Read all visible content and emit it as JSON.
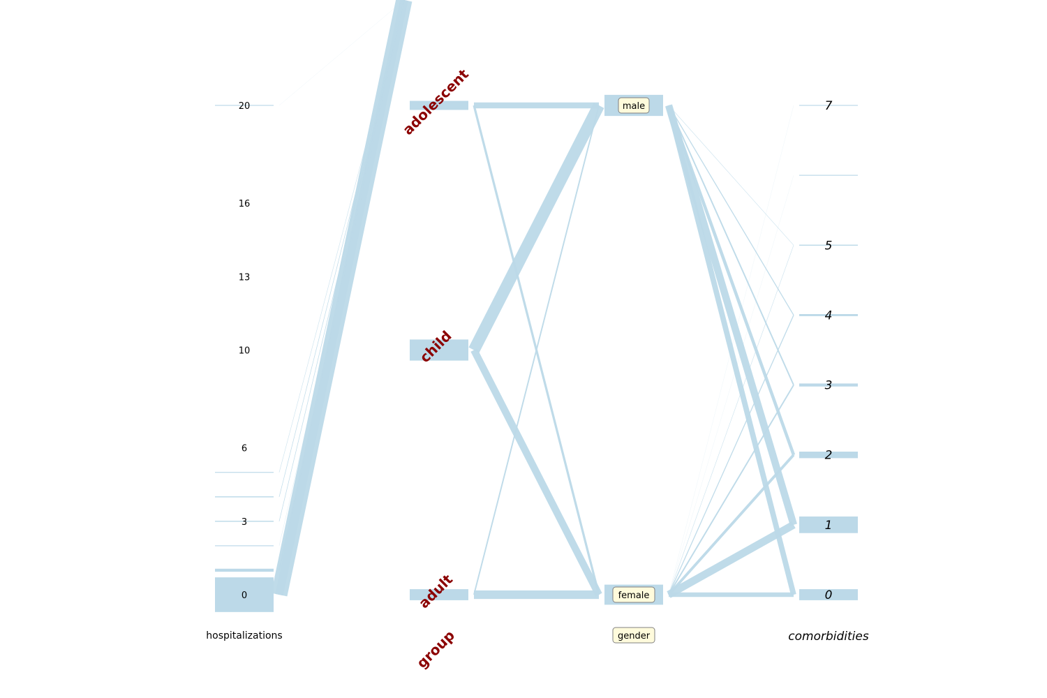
{
  "chart_data": {
    "type": "parallel-categories",
    "color": "#bcd9e8",
    "label_color": "#8b0000",
    "box_fill": "#fffbdc",
    "box_stroke": "#808080",
    "axes": [
      {
        "id": "hospitalizations",
        "label": "hospitalizations",
        "label_style": "plain",
        "tick_style": "plain",
        "scale": "numeric",
        "range": [
          0,
          20
        ],
        "ticks": [
          {
            "value": 0,
            "label": "0"
          },
          {
            "value": 3,
            "label": "3"
          },
          {
            "value": 6,
            "label": "6"
          },
          {
            "value": 10,
            "label": "10"
          },
          {
            "value": 13,
            "label": "13"
          },
          {
            "value": 16,
            "label": "16"
          },
          {
            "value": 20,
            "label": "20"
          }
        ],
        "categories": [
          {
            "value": 0,
            "count": 69
          },
          {
            "value": 1,
            "count": 6
          },
          {
            "value": 2,
            "count": 1
          },
          {
            "value": 3,
            "count": 2
          },
          {
            "value": 4,
            "count": 2
          },
          {
            "value": 5,
            "count": 1
          },
          {
            "value": 20,
            "count": 1
          }
        ]
      },
      {
        "id": "group",
        "label": "group",
        "label_style": "rotated-bold",
        "tick_style": "rotated-bold",
        "scale": "categorical",
        "categories": [
          {
            "name": "adult",
            "pos": 0,
            "count": 22
          },
          {
            "name": "child",
            "pos": 1,
            "count": 42
          },
          {
            "name": "adolescent",
            "pos": 2,
            "count": 18
          }
        ]
      },
      {
        "id": "gender",
        "label": "gender",
        "label_style": "boxed",
        "tick_style": "boxed",
        "scale": "categorical",
        "categories": [
          {
            "name": "female",
            "pos": 0,
            "count": 40
          },
          {
            "name": "male",
            "pos": 1,
            "count": 42
          }
        ]
      },
      {
        "id": "comorbidities",
        "label": "comorbidities",
        "label_style": "italic",
        "tick_style": "italic",
        "scale": "numeric",
        "range": [
          0,
          7
        ],
        "ticks": [
          {
            "value": 0,
            "label": "0"
          },
          {
            "value": 1,
            "label": "1"
          },
          {
            "value": 2,
            "label": "2"
          },
          {
            "value": 3,
            "label": "3"
          },
          {
            "value": 4,
            "label": "4"
          },
          {
            "value": 5,
            "label": "5"
          },
          {
            "value": 7,
            "label": "7"
          }
        ],
        "categories": [
          {
            "value": 0,
            "count": 22
          },
          {
            "value": 1,
            "count": 33
          },
          {
            "value": 2,
            "count": 13
          },
          {
            "value": 3,
            "count": 6
          },
          {
            "value": 4,
            "count": 4
          },
          {
            "value": 5,
            "count": 2
          },
          {
            "value": 6,
            "count": 1
          },
          {
            "value": 7,
            "count": 1
          }
        ]
      }
    ],
    "flows": [
      [
        {
          "from": 0,
          "to": 0,
          "count": 18
        },
        {
          "from": 0,
          "to": 1,
          "count": 36
        },
        {
          "from": 0,
          "to": 2,
          "count": 15
        },
        {
          "from": 1,
          "to": 0,
          "count": 1
        },
        {
          "from": 1,
          "to": 1,
          "count": 3
        },
        {
          "from": 1,
          "to": 2,
          "count": 2
        },
        {
          "from": 2,
          "to": 0,
          "count": 0.4
        },
        {
          "from": 2,
          "to": 1,
          "count": 0.6
        },
        {
          "from": 3,
          "to": 0,
          "count": 1
        },
        {
          "from": 3,
          "to": 1,
          "count": 1
        },
        {
          "from": 4,
          "to": 1,
          "count": 1
        },
        {
          "from": 4,
          "to": 2,
          "count": 1
        },
        {
          "from": 5,
          "to": 0,
          "count": 1
        },
        {
          "from": 20,
          "to": 0,
          "count": 0.6
        }
      ],
      [
        {
          "from": "adult",
          "to": "female",
          "count": 19
        },
        {
          "from": "adult",
          "to": "male",
          "count": 3
        },
        {
          "from": "child",
          "to": "female",
          "count": 16
        },
        {
          "from": "child",
          "to": "male",
          "count": 26
        },
        {
          "from": "adolescent",
          "to": "female",
          "count": 5
        },
        {
          "from": "adolescent",
          "to": "male",
          "count": 13
        }
      ],
      [
        {
          "from": "female",
          "to": 0,
          "count": 10
        },
        {
          "from": "female",
          "to": 1,
          "count": 17
        },
        {
          "from": "female",
          "to": 2,
          "count": 6
        },
        {
          "from": "female",
          "to": 3,
          "count": 3
        },
        {
          "from": "female",
          "to": 4,
          "count": 2
        },
        {
          "from": "female",
          "to": 5,
          "count": 1
        },
        {
          "from": "female",
          "to": 6,
          "count": 0.5
        },
        {
          "from": "female",
          "to": 7,
          "count": 0.5
        },
        {
          "from": "male",
          "to": 0,
          "count": 12
        },
        {
          "from": "male",
          "to": 1,
          "count": 16
        },
        {
          "from": "male",
          "to": 2,
          "count": 7
        },
        {
          "from": "male",
          "to": 3,
          "count": 3
        },
        {
          "from": "male",
          "to": 4,
          "count": 2
        },
        {
          "from": "male",
          "to": 5,
          "count": 1
        }
      ]
    ]
  }
}
